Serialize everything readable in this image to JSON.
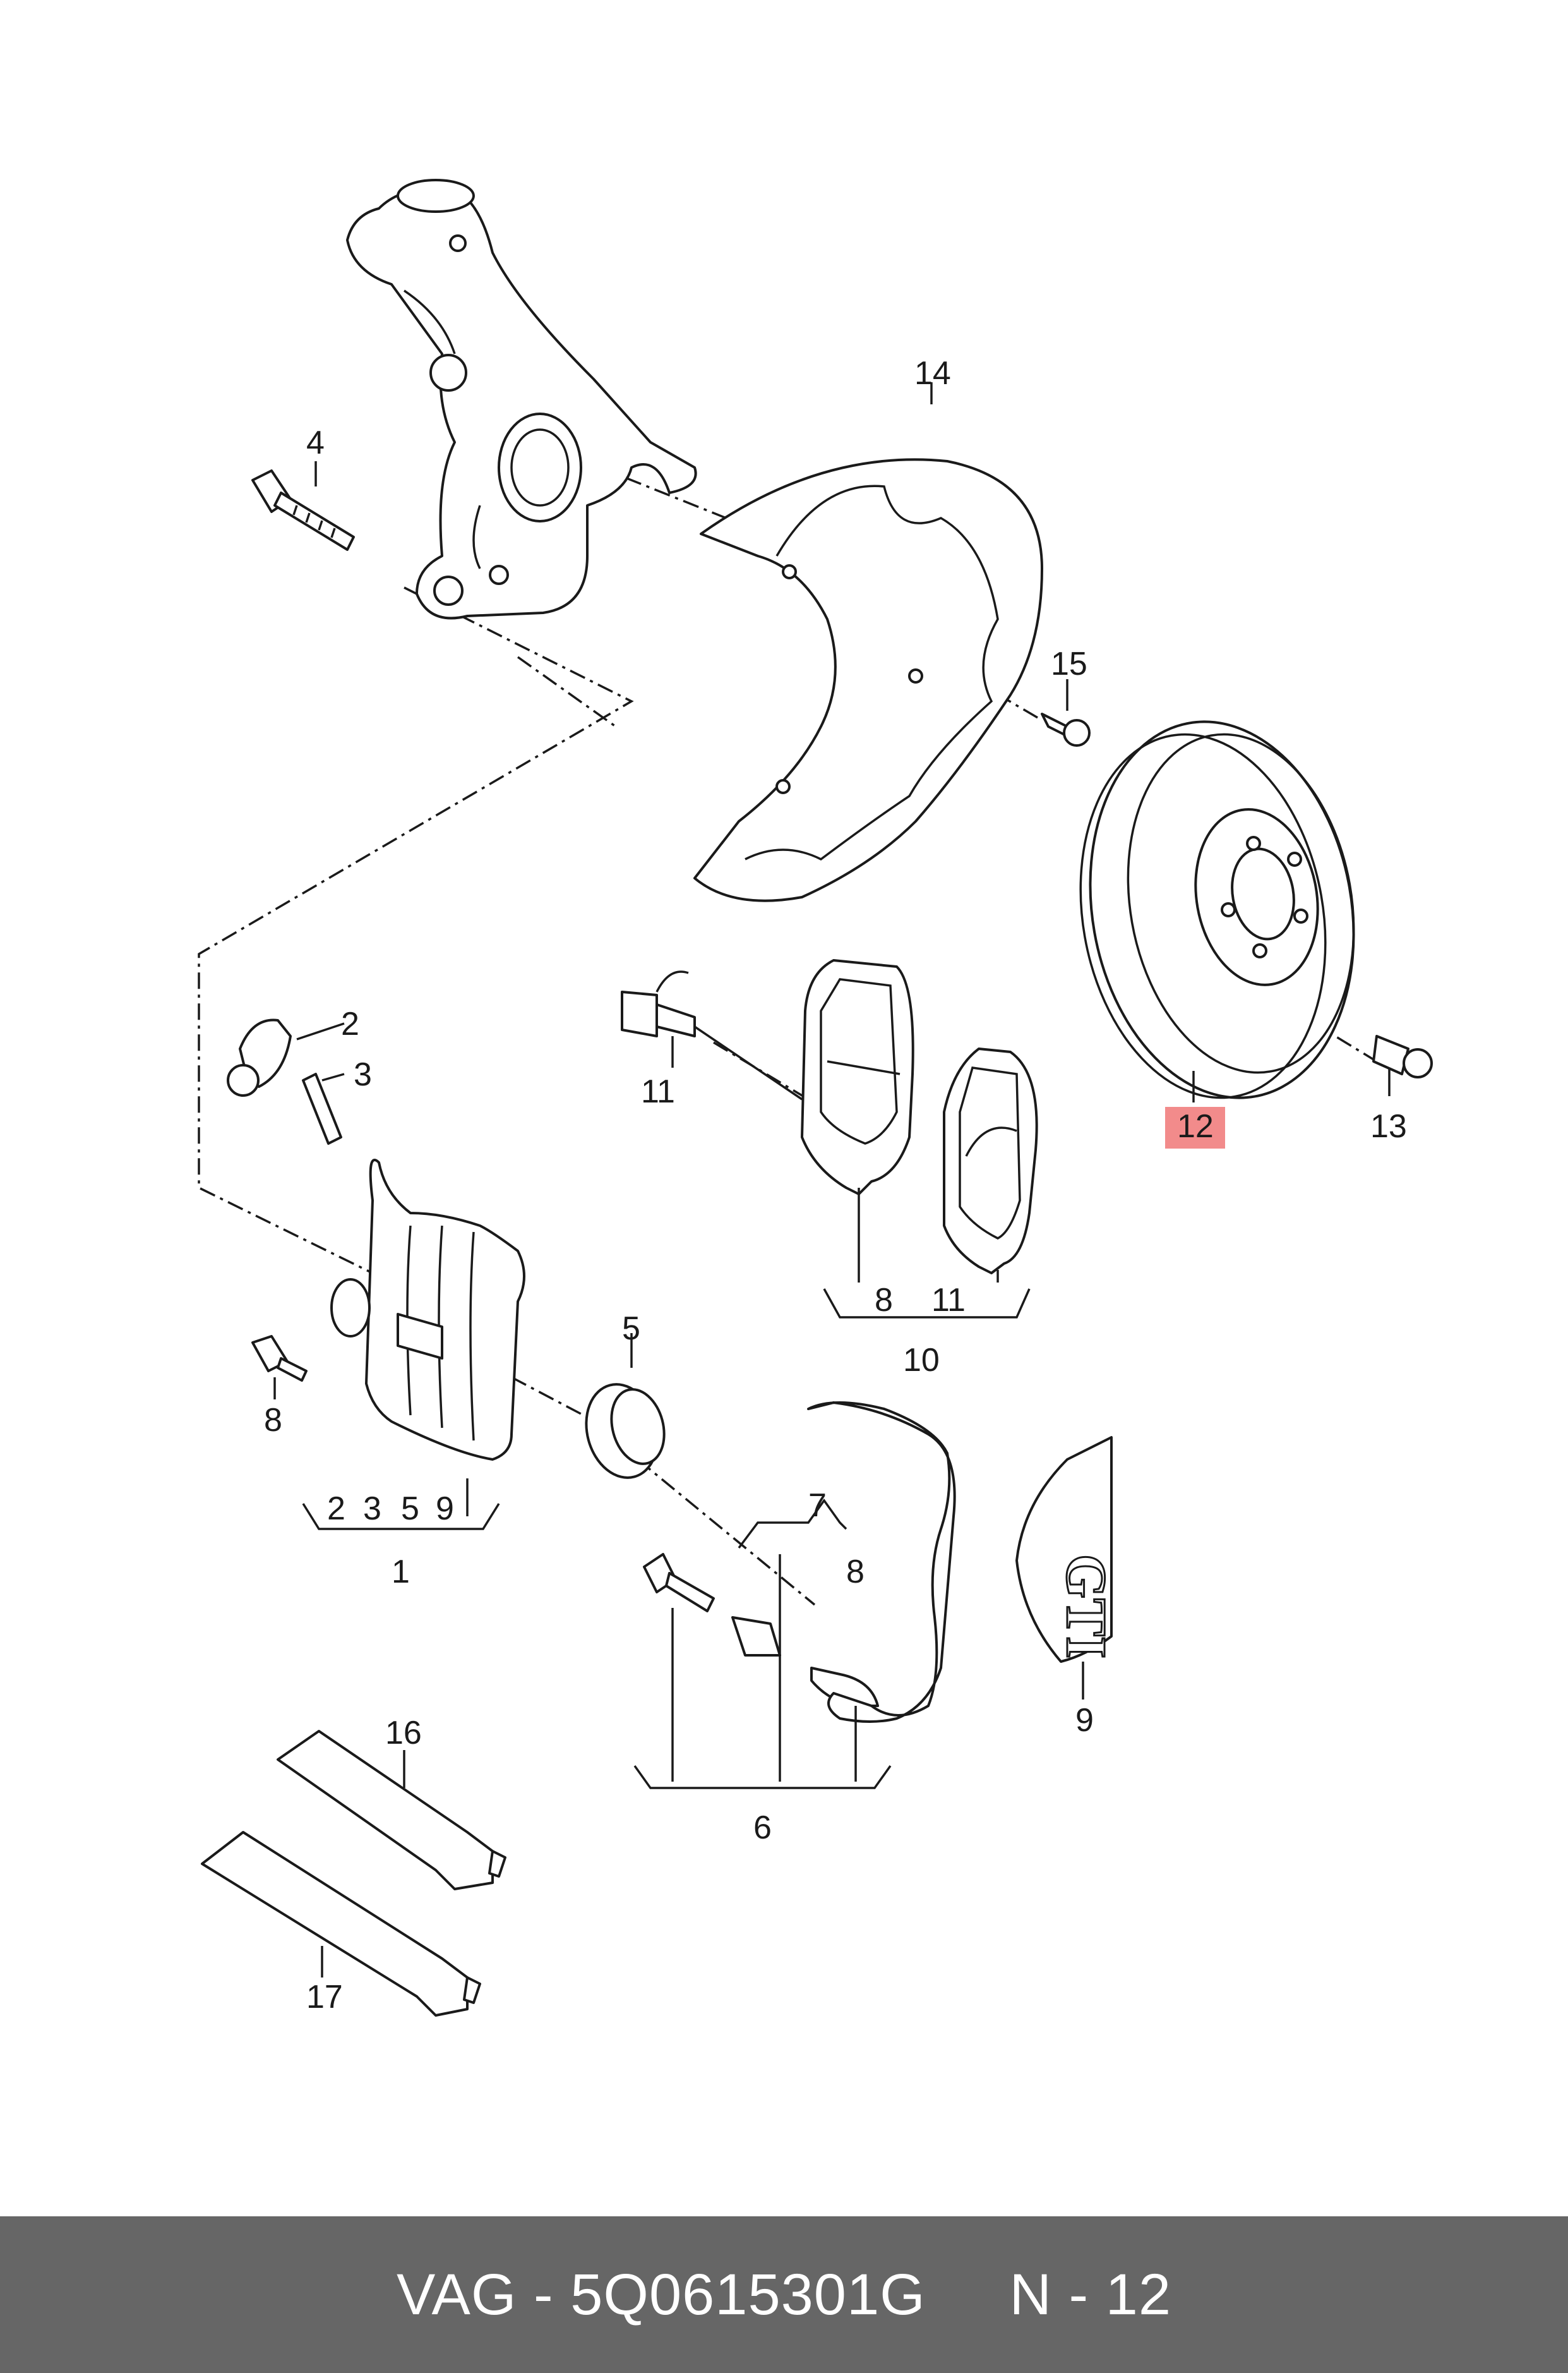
{
  "callouts": {
    "c1": "1",
    "c2": "2",
    "c3": "3",
    "c4": "4",
    "c5": "5",
    "c6": "6",
    "c7": "7",
    "c8a": "8",
    "c8b": "8",
    "c8c": "8",
    "c9a": "9",
    "c9b": "9",
    "c10": "10",
    "c11a": "11",
    "c11b": "11",
    "c12": "12",
    "c13": "13",
    "c14": "14",
    "c15": "15",
    "c16": "16",
    "c17": "17",
    "g1_2": "2",
    "g1_3": "3",
    "g1_5": "5",
    "g1_9": "9"
  },
  "highlight_color": "#f28b8b",
  "footer": {
    "text": "VAG - 5Q0615301G     N - 12",
    "background": "#666666"
  }
}
